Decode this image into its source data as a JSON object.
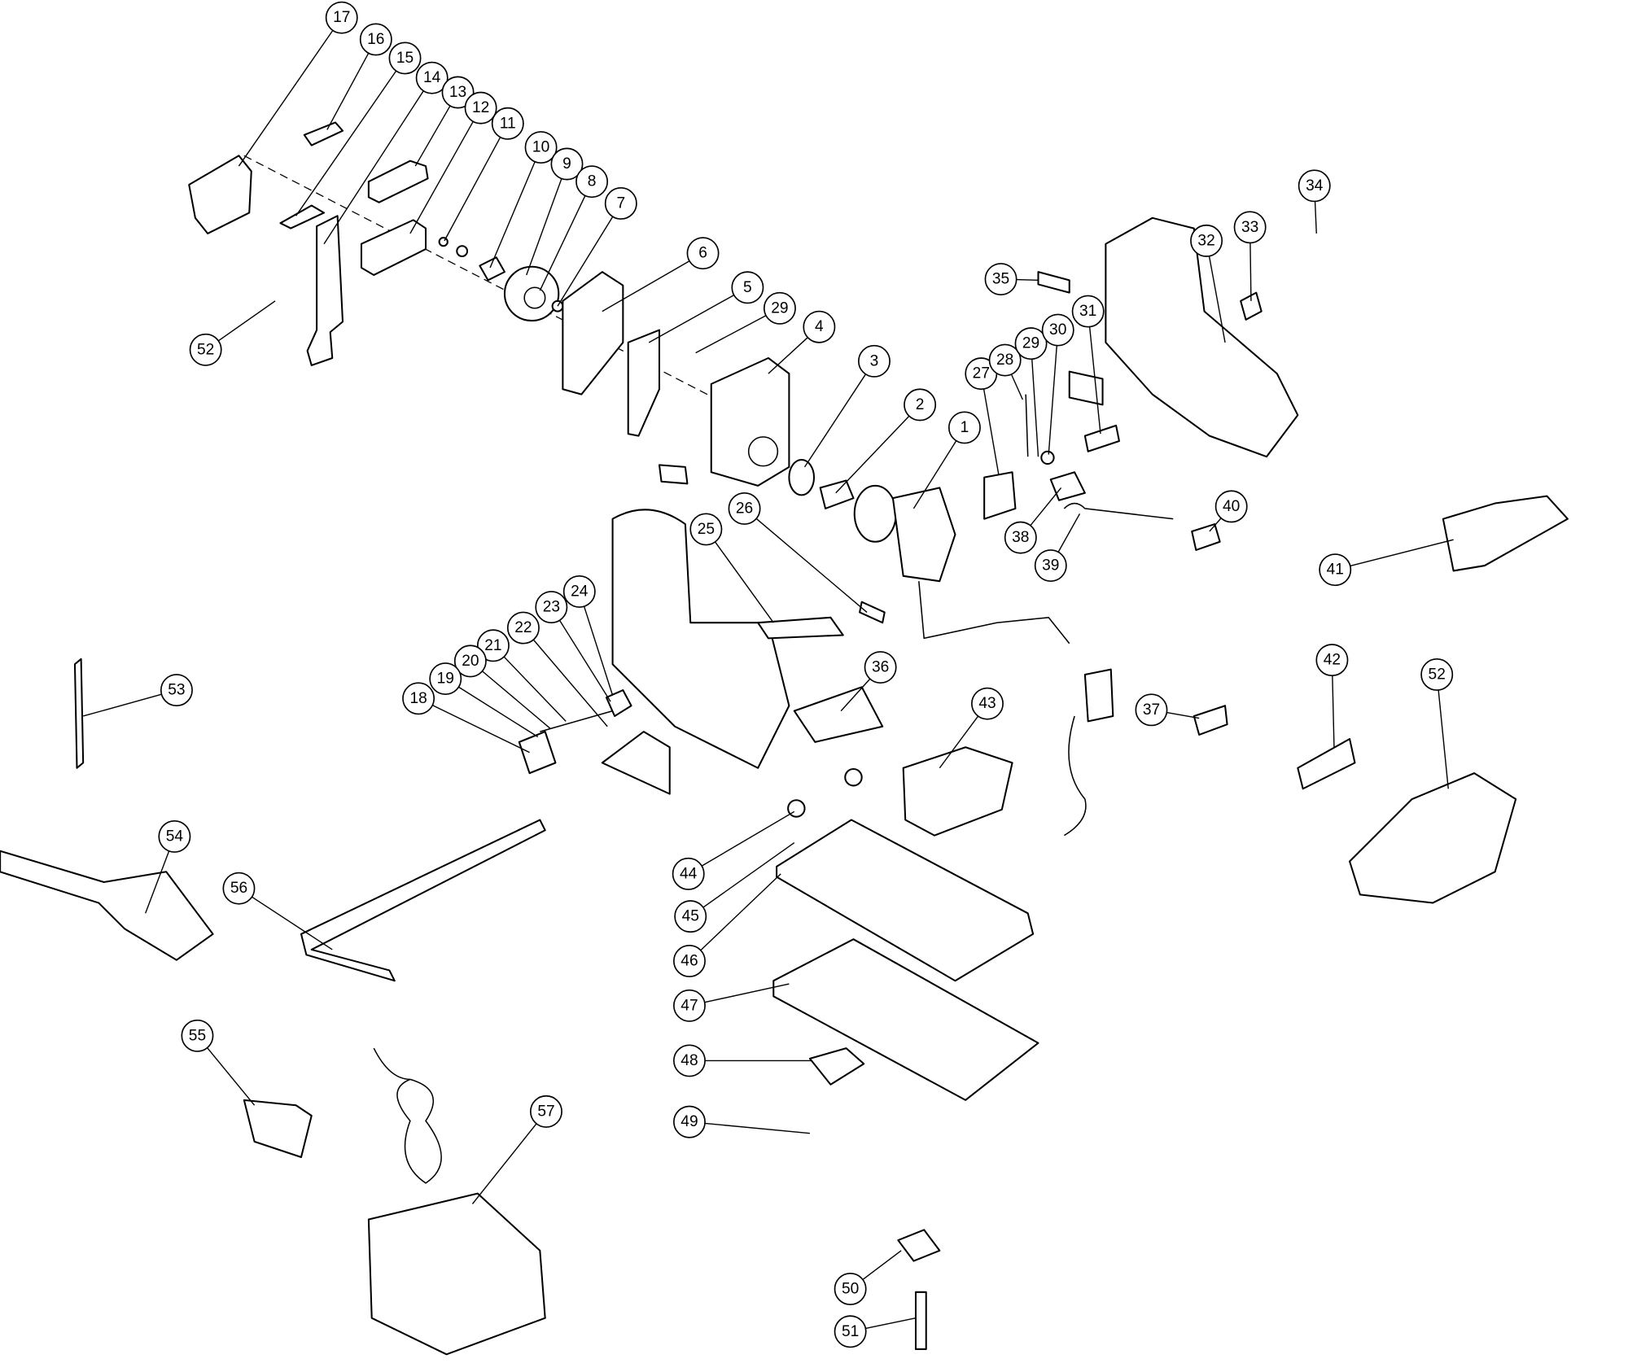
{
  "diagram": {
    "type": "exploded-parts-diagram",
    "callouts": [
      "17",
      "16",
      "15",
      "14",
      "13",
      "12",
      "11",
      "10",
      "9",
      "8",
      "7",
      "6",
      "5",
      "29",
      "4",
      "3",
      "2",
      "1",
      "27",
      "28",
      "29",
      "30",
      "31",
      "35",
      "32",
      "33",
      "34",
      "52",
      "38",
      "39",
      "40",
      "41",
      "26",
      "25",
      "24",
      "23",
      "22",
      "21",
      "20",
      "19",
      "18",
      "36",
      "43",
      "37",
      "42",
      "52",
      "53",
      "54",
      "56",
      "44",
      "45",
      "46",
      "47",
      "48",
      "49",
      "55",
      "57",
      "50",
      "51"
    ]
  }
}
